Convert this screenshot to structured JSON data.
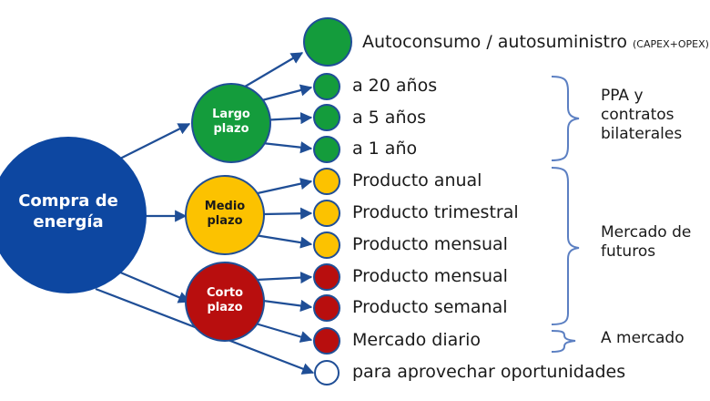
{
  "colors": {
    "root": "#0d47a1",
    "green": "#149c3c",
    "yellow": "#fcc200",
    "red": "#b80e0e",
    "arrow": "#1f4e96",
    "brace": "#5b7fc2"
  },
  "root": {
    "label_line1": "Compra de",
    "label_line2": "energía"
  },
  "branches": {
    "largo": {
      "label_line1": "Largo",
      "label_line2": "plazo"
    },
    "medio": {
      "label_line1": "Medio",
      "label_line2": "plazo"
    },
    "corto": {
      "label_line1": "Corto",
      "label_line2": "plazo"
    }
  },
  "leaves": {
    "autoconsumo": {
      "text": "Autoconsumo / autosuministro",
      "suffix": "(CAPEX+OPEX)"
    },
    "a20": "a 20 años",
    "a5": "a 5 años",
    "a1": "a 1 año",
    "anual": "Producto anual",
    "trimestral": "Producto trimestral",
    "mensual_medio": "Producto mensual",
    "mensual_corto": "Producto mensual",
    "semanal": "Producto semanal",
    "diario": "Mercado diario",
    "oportunidades": "para aprovechar oportunidades"
  },
  "groups": {
    "ppa": {
      "line1": "PPA y",
      "line2": "contratos",
      "line3": "bilaterales"
    },
    "futuros": {
      "line1": "Mercado de",
      "line2": "futuros"
    },
    "mercado": {
      "line1": "A mercado"
    }
  }
}
